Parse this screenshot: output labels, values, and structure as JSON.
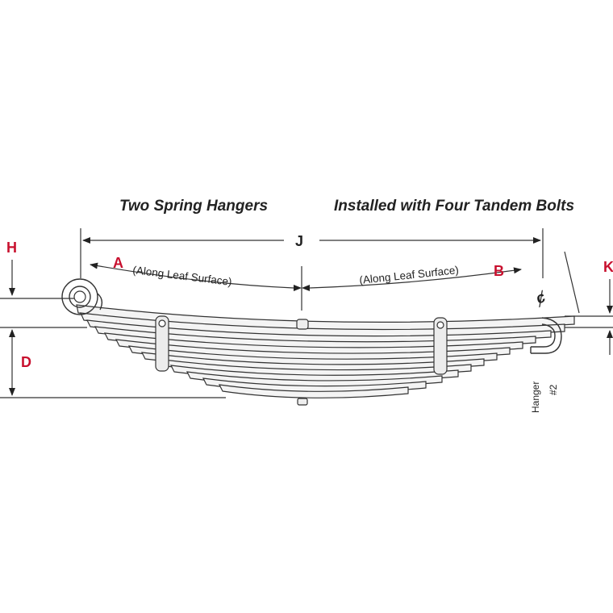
{
  "captions": {
    "left": "Two Spring Hangers",
    "right": "Installed with Four Tandem Bolts"
  },
  "dimensions": {
    "A": "A",
    "B": "B",
    "J": "J",
    "H": "H",
    "D": "D",
    "K": "K"
  },
  "notes": {
    "along_a": "(Along Leaf Surface)",
    "along_b": "(Along Leaf Surface)",
    "centerline": "ȼ",
    "hanger_name": "Hanger",
    "hanger_number": "#2"
  },
  "colors": {
    "dimension_letter": "#c8102e",
    "line": "#333333",
    "leaf_fill": "#f4f4f4"
  }
}
